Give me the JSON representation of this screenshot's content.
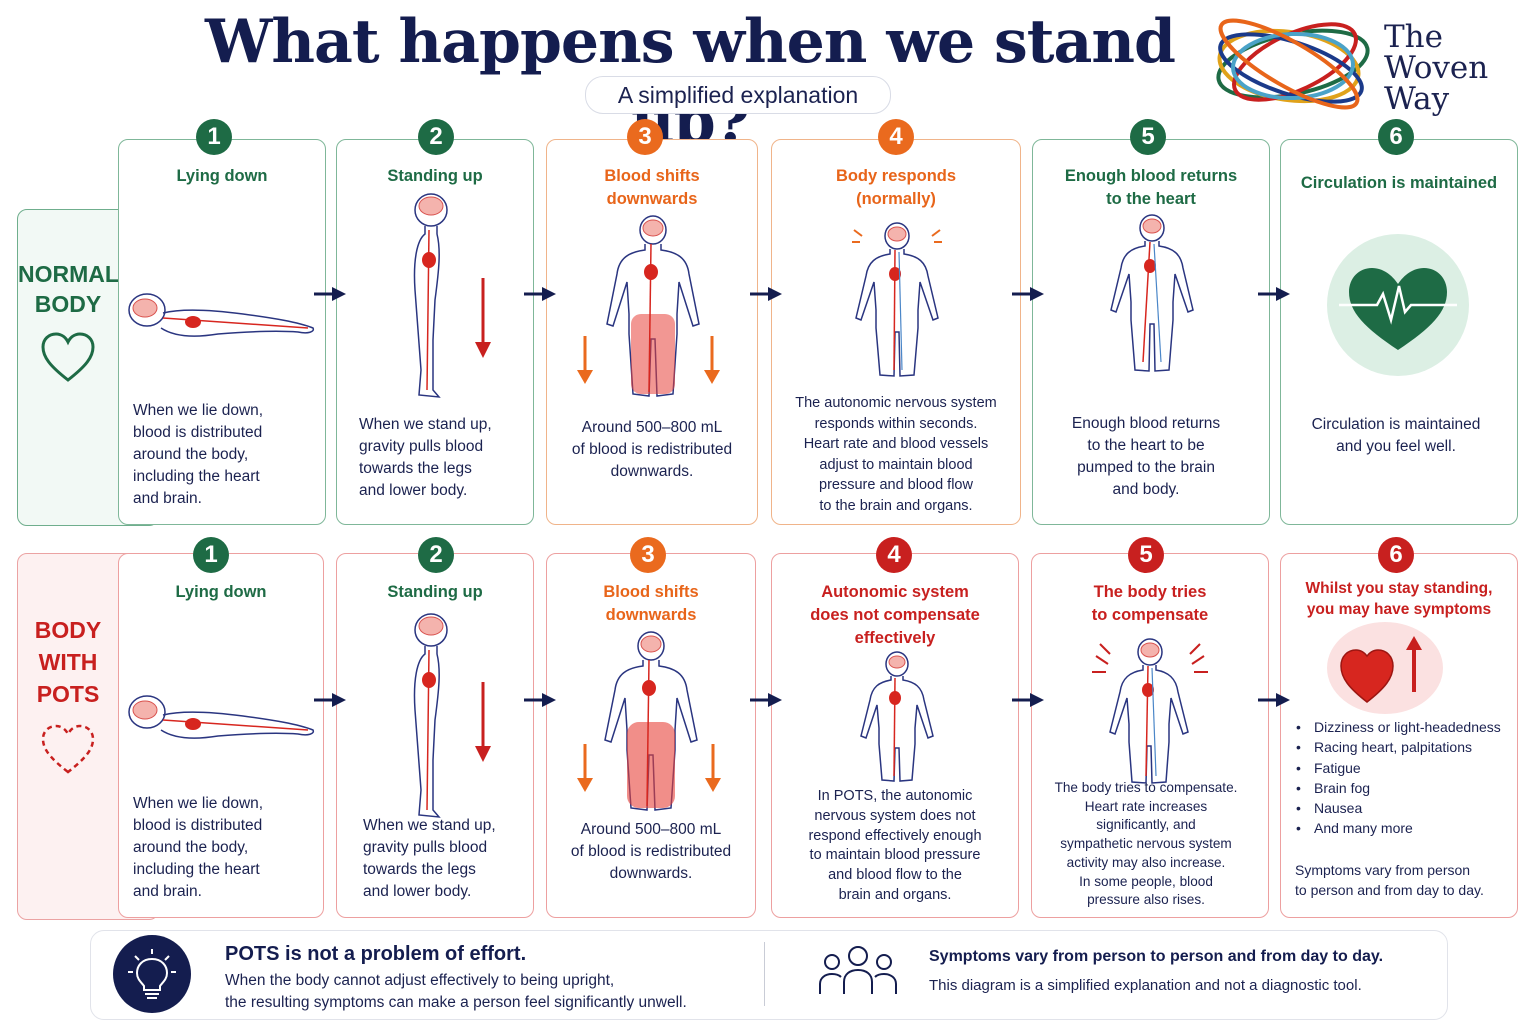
{
  "header": {
    "title": "What happens when we stand up?",
    "subtitle": "A simplified explanation",
    "logo_line1": "The",
    "logo_line2": "Woven",
    "logo_line3": "Way"
  },
  "rows": {
    "normal_label_1": "NORMAL",
    "normal_label_2": "BODY",
    "pots_label_1": "BODY",
    "pots_label_2": "WITH",
    "pots_label_3": "POTS"
  },
  "normal": {
    "s1": {
      "num": "1",
      "heading": "Lying down",
      "text": [
        "When we lie down,",
        "blood is distributed",
        "around the body,",
        "including the heart",
        "and brain."
      ]
    },
    "s2": {
      "num": "2",
      "heading": "Standing up",
      "text": [
        "When we stand up,",
        "gravity pulls blood",
        "towards the legs",
        "and lower body."
      ]
    },
    "s3": {
      "num": "3",
      "heading": [
        "Blood shifts",
        "downwards"
      ],
      "text": [
        "Around 500–800 mL",
        "of blood is redistributed",
        "downwards."
      ]
    },
    "s4": {
      "num": "4",
      "heading": [
        "Body responds",
        "(normally)"
      ],
      "text": [
        "The autonomic nervous system",
        "responds within seconds.",
        "Heart rate and blood vessels",
        "adjust to maintain blood",
        "pressure and blood flow",
        "to the brain and organs."
      ]
    },
    "s5": {
      "num": "5",
      "heading": [
        "Enough blood returns",
        "to the heart"
      ],
      "text": [
        "Enough blood returns",
        "to the heart to be",
        "pumped to the brain",
        "and body."
      ]
    },
    "s6": {
      "num": "6",
      "heading": "Circulation is maintained",
      "text": [
        "Circulation is maintained",
        "and you feel well."
      ]
    }
  },
  "pots": {
    "s1": {
      "num": "1",
      "heading": "Lying down",
      "text": [
        "When we lie down,",
        "blood is distributed",
        "around the body,",
        "including the heart",
        "and brain."
      ]
    },
    "s2": {
      "num": "2",
      "heading": "Standing up",
      "text": [
        "When we stand up,",
        "gravity pulls blood",
        "towards the legs",
        "and lower body."
      ]
    },
    "s3": {
      "num": "3",
      "heading": [
        "Blood shifts",
        "downwards"
      ],
      "text": [
        "Around 500–800 mL",
        "of blood is redistributed",
        "downwards."
      ]
    },
    "s4": {
      "num": "4",
      "heading": [
        "Autonomic system",
        "does not compensate",
        "effectively"
      ],
      "text": [
        "In POTS, the autonomic",
        "nervous system does not",
        "respond effectively enough",
        "to maintain blood pressure",
        "and blood flow to the",
        "brain and organs."
      ]
    },
    "s5": {
      "num": "5",
      "heading": [
        "The body tries",
        "to compensate"
      ],
      "text": [
        "The body tries to compensate.",
        "Heart rate increases",
        "significantly, and",
        "sympathetic nervous system",
        "activity may also increase.",
        "In some people, blood",
        "pressure also rises."
      ]
    },
    "s6": {
      "num": "6",
      "heading": [
        "Whilst you stay standing,",
        "you may have symptoms"
      ],
      "symptoms": [
        "Dizziness or light-headedness",
        "Racing heart, palpitations",
        "Fatigue",
        "Brain fog",
        "Nausea",
        "And many more"
      ],
      "text": [
        "Symptoms vary from person",
        "to person and from day to day."
      ]
    }
  },
  "footer": {
    "left_title": "POTS is not a problem of effort.",
    "left_line1": "When the body cannot adjust effectively to being upright,",
    "left_line2": "the resulting symptoms can make a person feel significantly unwell.",
    "right_title": "Symptoms vary from person to person and from day to day.",
    "right_text": "This diagram is a simplified explanation and not a diagnostic tool."
  },
  "colors": {
    "green": "#1e6b45",
    "orange": "#ea6a1e",
    "red": "#c8201f",
    "navy": "#141d4f"
  },
  "icons": [
    "heart-outline-icon",
    "heart-dashed-icon",
    "heartbeat-icon",
    "heart-up-arrow-icon",
    "lightbulb-icon",
    "people-group-icon",
    "down-arrow-icon",
    "right-arrow-icon"
  ]
}
